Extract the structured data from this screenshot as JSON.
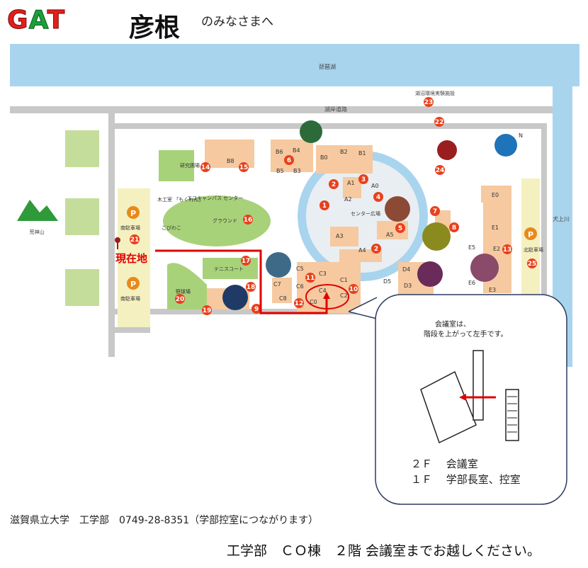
{
  "header": {
    "brand": "GAT",
    "brand_g": "G",
    "brand_a": "A",
    "brand_t": "T",
    "city": "彦根",
    "subtitle": "のみなさまへ"
  },
  "map": {
    "lake": "琵琶湖",
    "top_road": "湖岸道路",
    "research_center": "湖沼環境実験施設",
    "river": "犬上川",
    "mountain": "荒神山",
    "plaza": "センター広場",
    "north_parking": "北駐車場",
    "south_parking_1": "南駐車場",
    "south_parking_2": "南駐車場",
    "farm": "研究圃場",
    "woodshop": "木工室\n「もくれん」",
    "eco_center": "エコキャンパス\nセンター",
    "kobiwako": "こびわこ",
    "ground": "グラウンド",
    "tennis": "テニスコート",
    "baseball": "野球場",
    "current_location": "現在地",
    "compass": "N",
    "parking_symbol": "P",
    "numbers": [
      "1",
      "2",
      "3",
      "4",
      "5",
      "6",
      "7",
      "8",
      "9",
      "10",
      "11",
      "12",
      "13",
      "14",
      "15",
      "16",
      "17",
      "18",
      "19",
      "20",
      "21",
      "22",
      "23",
      "24",
      "25",
      "2"
    ],
    "buildings": [
      "A1",
      "A2",
      "A0",
      "A3",
      "A4",
      "A5",
      "B0",
      "B1",
      "B2",
      "B3",
      "B4",
      "B5",
      "B6",
      "B8",
      "C0",
      "C1",
      "C2",
      "C3",
      "C4",
      "C5",
      "C6",
      "C7",
      "C8",
      "D3",
      "D4",
      "D5",
      "E0",
      "E1",
      "E2",
      "E3",
      "E5",
      "E6"
    ]
  },
  "callout": {
    "line1": "会議室は、",
    "line2": "階段を上がって左手です。",
    "floor2": "２Ｆ　 会議室",
    "floor1": "１Ｆ　 学部長室、控室"
  },
  "footer": {
    "contact": "滋賀県立大学　工学部　0749-28-8351（学部控室につながります）",
    "directions": "工学部　ＣＯ棟　２階 会議室までお越しください。"
  },
  "colors": {
    "lake": "#a9d4ee",
    "road": "#c8c8c8",
    "building": "#f6c9a0",
    "marker": "#e8401c",
    "route": "#e00000",
    "green": "#9ccc6a"
  }
}
